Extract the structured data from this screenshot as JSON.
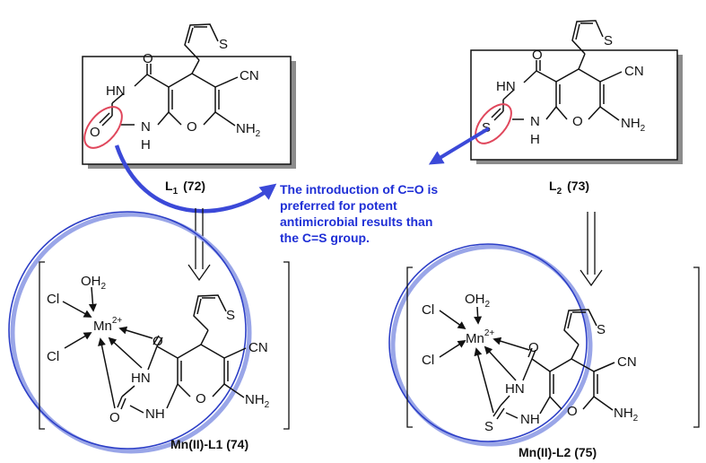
{
  "colors": {
    "note_text": "#1f2fd6",
    "arrow_blue": "#3b49d8",
    "highlight_red": "#e0475c",
    "circle_blue": "#2d3fc7",
    "circle_shadow": "#9aa6e8",
    "box_shadow": "#8c8c8c",
    "bond": "#111111"
  },
  "atoms": {
    "S": "S",
    "O": "O",
    "N": "N",
    "H": "H",
    "HN": "HN",
    "NH": "NH",
    "CN": "CN",
    "NH2_main": "NH",
    "NH2_sub": "2",
    "Cl": "Cl",
    "OH2_main": "OH",
    "OH2_sub": "2",
    "Mn": "Mn",
    "Mn_charge": "2+"
  },
  "labels": {
    "L1_main": "L",
    "L1_sub": "1",
    "L1_num": "(72)",
    "L2_main": "L",
    "L2_sub": "2",
    "L2_num": "(73)",
    "complex1": "Mn(II)-L1 (74)",
    "complex2": "Mn(II)-L2 (75)"
  },
  "annotation": {
    "line1": "The introduction of C=O is",
    "line2": "preferred for potent",
    "line3": "antimicrobial results than",
    "line4": "the C=S group."
  }
}
